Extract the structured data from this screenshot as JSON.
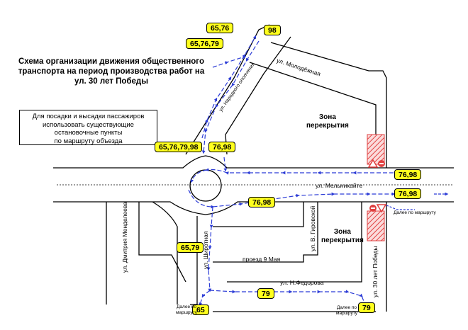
{
  "title": [
    "Схема организации движения общественного",
    "транспорта на период производства работ на",
    "ул. 30 лет Победы"
  ],
  "note": [
    "Для посадки и высадки пассажиров",
    "использовать существующие",
    "остановочные пункты",
    "по маршруту объезда"
  ],
  "zones": [
    {
      "lines": [
        "Зона",
        "перекрытия"
      ]
    },
    {
      "lines": [
        "Зона",
        "перекрытия"
      ]
    }
  ],
  "badges": {
    "top_left": "65,76",
    "top_right": "98",
    "upper": "65,76,79",
    "mid_left": "65,76,79,98",
    "mid_right": "76,98",
    "right_upper": "76,98",
    "right_lower": "76,98",
    "center": "76,98",
    "lower_left": "65,79",
    "bottom_mid": "79",
    "bottom_left": "65",
    "bottom_right": "79"
  },
  "streets": {
    "molodezhnaya": "ул. Молодёжная",
    "narodnogo": "ул. Народного ополчения",
    "melnikayte": "ул. Мельникайте",
    "girovskoy": "ул. В. Гировской",
    "shirotnaya": "ул. Широтная",
    "mendeleeva": "ул. Дмитрия Менделеева",
    "maya": "проезд 9 Мая",
    "fedorova": "ул. Н.Федорова",
    "pobedy": "ул. 30 лет Победы"
  },
  "small_notes": {
    "right": "Далее по маршруту",
    "bottom_left": [
      "Далее по",
      "маршруту"
    ],
    "bottom_right": [
      "Далее по",
      "маршруту"
    ]
  },
  "colors": {
    "badge": "#ffff1e",
    "arrow": "#2b3bd6",
    "road": "#000000",
    "zone": "#e04040"
  }
}
